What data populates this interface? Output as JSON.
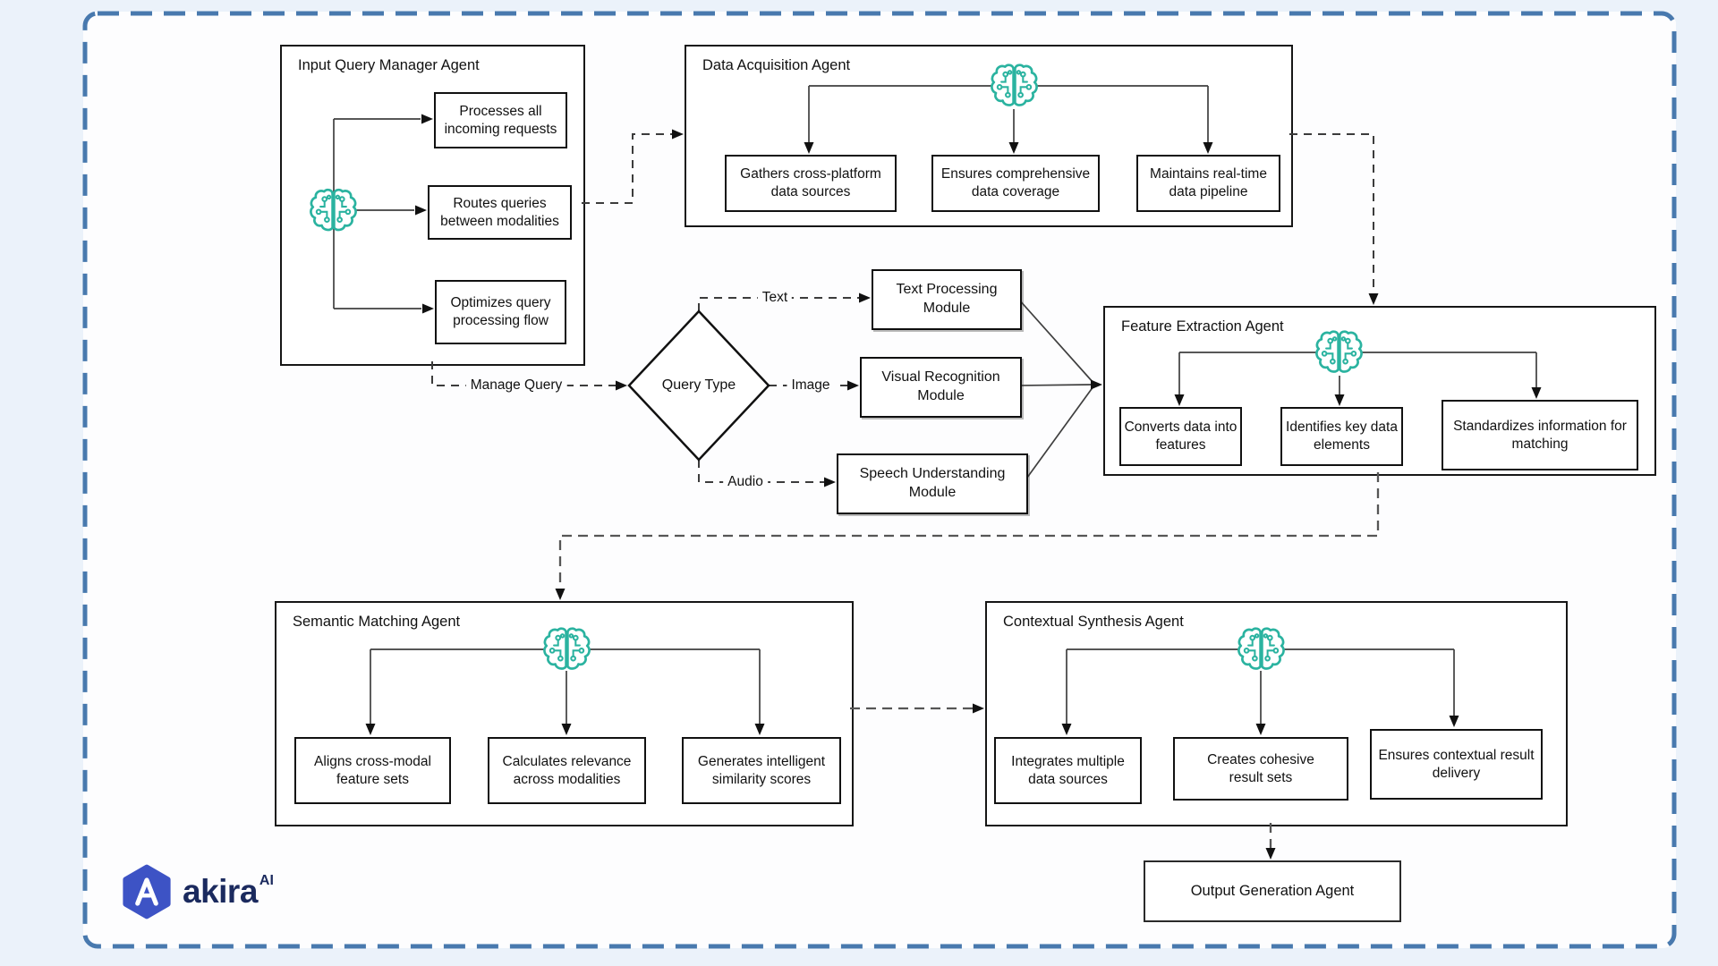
{
  "agents": {
    "input_query_manager": {
      "title": "Input Query Manager Agent",
      "functions": [
        "Processes all incoming requests",
        "Routes queries between modalities",
        "Optimizes query processing flow"
      ]
    },
    "data_acquisition": {
      "title": "Data Acquisition Agent",
      "functions": [
        "Gathers cross-platform data sources",
        "Ensures comprehensive data coverage",
        "Maintains real-time data pipeline"
      ]
    },
    "feature_extraction": {
      "title": "Feature Extraction Agent",
      "functions": [
        "Converts data into features",
        "Identifies key data elements",
        "Standardizes information for matching"
      ]
    },
    "semantic_matching": {
      "title": "Semantic Matching Agent",
      "functions": [
        "Aligns cross-modal feature sets",
        "Calculates relevance across modalities",
        "Generates intelligent similarity scores"
      ]
    },
    "contextual_synthesis": {
      "title": "Contextual Synthesis Agent",
      "functions": [
        "Integrates multiple data sources",
        "Creates cohesive result sets",
        "Ensures contextual result delivery"
      ]
    }
  },
  "decision": {
    "label": "Query Type"
  },
  "edges": {
    "manage_query": "Manage Query",
    "text": "Text",
    "image": "Image",
    "audio": "Audio"
  },
  "modules": {
    "text": "Text Processing Module",
    "visual": "Visual Recognition Module",
    "speech": "Speech Understanding Module"
  },
  "output": {
    "label": "Output Generation Agent"
  },
  "logo": {
    "name": "akira",
    "suffix": "AI"
  },
  "colors": {
    "accent_teal": "#2BB3A0",
    "border_blue": "#4879AE",
    "logo_blue": "#3D53C5",
    "logo_navy": "#1B2A5E",
    "line_dark": "#3c3c3c",
    "canvas_bg": "#fdfdfe",
    "page_bg": "#ebf2fa"
  }
}
